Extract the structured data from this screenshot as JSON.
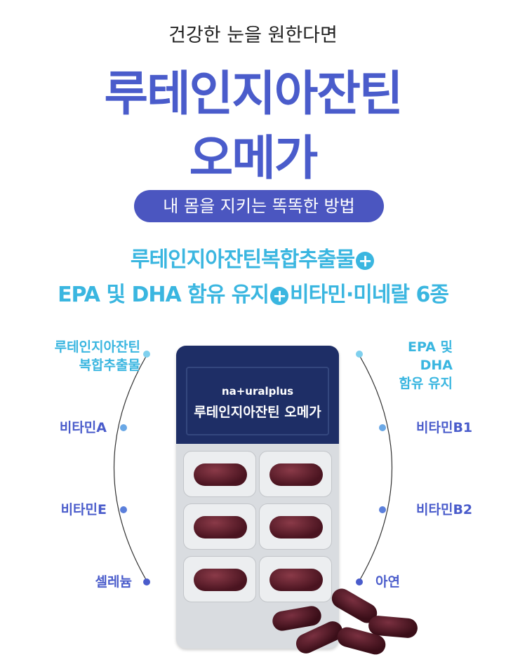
{
  "header": {
    "subtitle": "건강한 눈을 원한다면",
    "title_line1": "루테인지아잔틴",
    "title_line2": "오메가",
    "pill": "내 몸을 지키는 똑똑한 방법"
  },
  "ingredients": {
    "line1": "루테인지아잔틴복합추출물",
    "line2a": "EPA 및 DHA 함유 유지",
    "line2b": "비타민·미네랄 6종",
    "plus": "+"
  },
  "left_labels": [
    {
      "l1": "루테인지아잔틴",
      "l2": "복합추출물"
    },
    {
      "l1": "비타민A"
    },
    {
      "l1": "비타민E"
    },
    {
      "l1": "셀레늄"
    }
  ],
  "right_labels": [
    {
      "l1": "EPA 및 DHA",
      "l2": "함유 유지"
    },
    {
      "l1": "비타민B1"
    },
    {
      "l1": "비타민B2"
    },
    {
      "l1": "아연"
    }
  ],
  "package": {
    "brand": "na+uralplus",
    "name": "루테인지아잔틴 오메가"
  },
  "colors": {
    "blue": "#4a5ccb",
    "cyan": "#3ab6e0",
    "pill": "#4b56c0"
  }
}
